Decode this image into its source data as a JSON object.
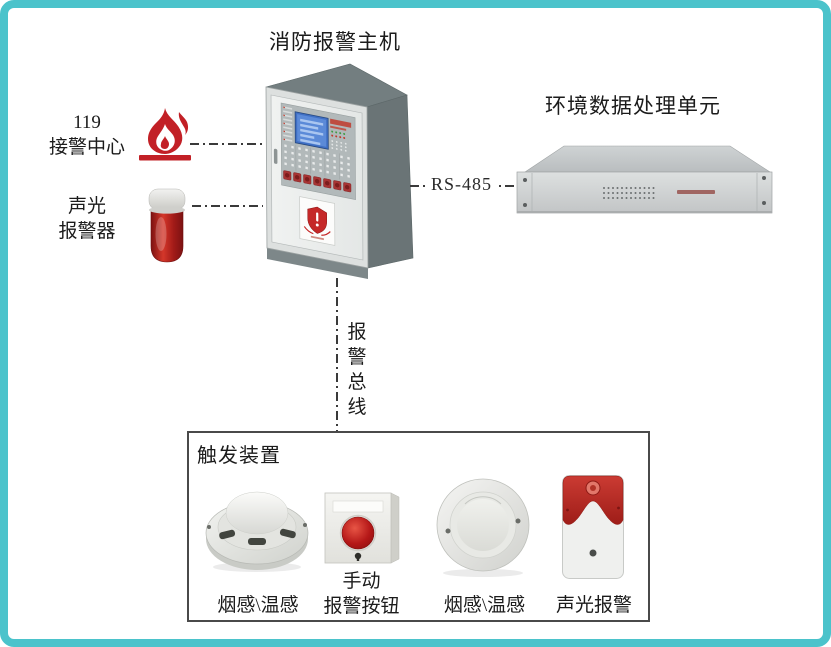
{
  "diagram": {
    "main_panel": {
      "title": "消防报警主机"
    },
    "call_center": {
      "line1": "119",
      "line2": "接警中心"
    },
    "sounder_left": {
      "line1": "声光",
      "line2": "报警器"
    },
    "env_unit": {
      "title": "环境数据处理单元"
    },
    "rs485": {
      "label": "RS-485"
    },
    "alarm_bus": {
      "chars": [
        "报",
        "警",
        "总",
        "线"
      ]
    },
    "trigger_box": {
      "title": "触发装置",
      "devices": [
        {
          "name": "smoke-heat-detector-1",
          "label": "烟感\\温感"
        },
        {
          "name": "manual-call-point",
          "label_line1": "手动",
          "label_line2": "报警按钮"
        },
        {
          "name": "smoke-heat-detector-2",
          "label": "烟感\\温感"
        },
        {
          "name": "sound-light-alarm",
          "label": "声光报警"
        }
      ]
    },
    "colors": {
      "frame_teal": "#4bc3cb",
      "alarm_red": "#c22026",
      "line_gray": "#3a3a3a",
      "cabinet_gray": "#6a7476",
      "lcd_blue": "#5b8ad8"
    }
  }
}
